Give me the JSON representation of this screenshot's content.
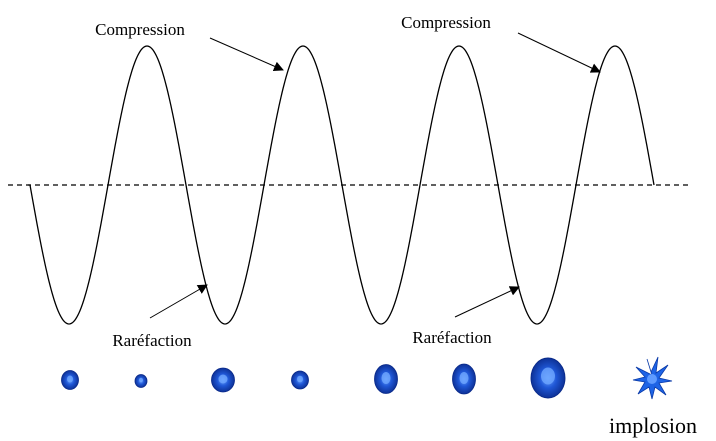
{
  "labels": {
    "compression_1": "Compression",
    "compression_2": "Compression",
    "rarefaction_1": "Raréfaction",
    "rarefaction_2": "Raréfaction",
    "implosion": "implosion"
  },
  "colors": {
    "wave": "#000000",
    "axis": "#000000",
    "bubble_dark": "#0a2a8a",
    "bubble_mid": "#1f57d6",
    "bubble_light": "#6ea6ff",
    "implosion": "#1e64e6"
  },
  "bubbles": {
    "count": 7,
    "relative_sizes": [
      0.6,
      0.4,
      0.8,
      0.6,
      0.9,
      0.95,
      1.25
    ]
  },
  "icons": {
    "implosion": "star-burst-icon"
  }
}
